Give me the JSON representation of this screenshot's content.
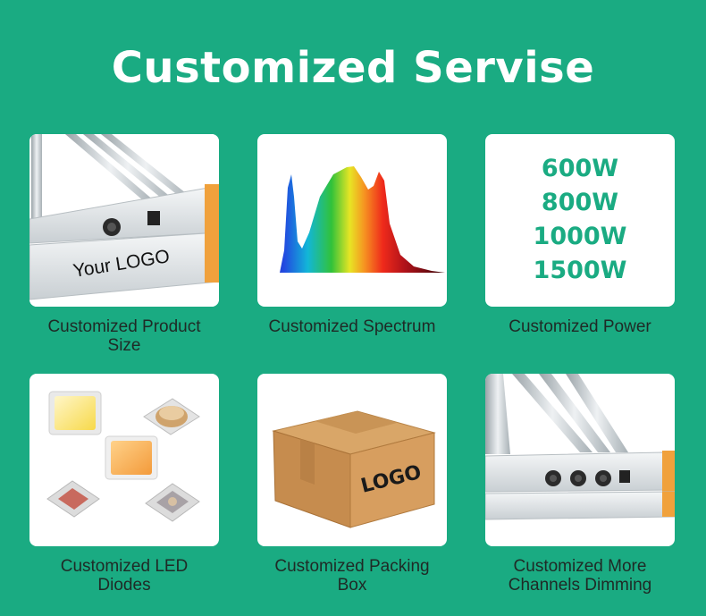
{
  "title": "Customized Servise",
  "cards": [
    {
      "caption_line1": "Customized Product",
      "caption_line2": "Size",
      "logo_text": "Your LOGO"
    },
    {
      "caption_line1": "Customized Spectrum",
      "caption_line2": ""
    },
    {
      "caption_line1": "Customized Power",
      "caption_line2": "",
      "power_options": [
        "600W",
        "800W",
        "1000W",
        "1500W"
      ]
    },
    {
      "caption_line1": "Customized LED",
      "caption_line2": "Diodes"
    },
    {
      "caption_line1": "Customized Packing",
      "caption_line2": "Box",
      "logo_text": "LOGO"
    },
    {
      "caption_line1": "Customized More",
      "caption_line2": "Channels Dimming"
    }
  ],
  "colors": {
    "background": "#1aab82",
    "accent_text": "#1aab82",
    "card": "#ffffff",
    "caption": "#1f2a26"
  }
}
